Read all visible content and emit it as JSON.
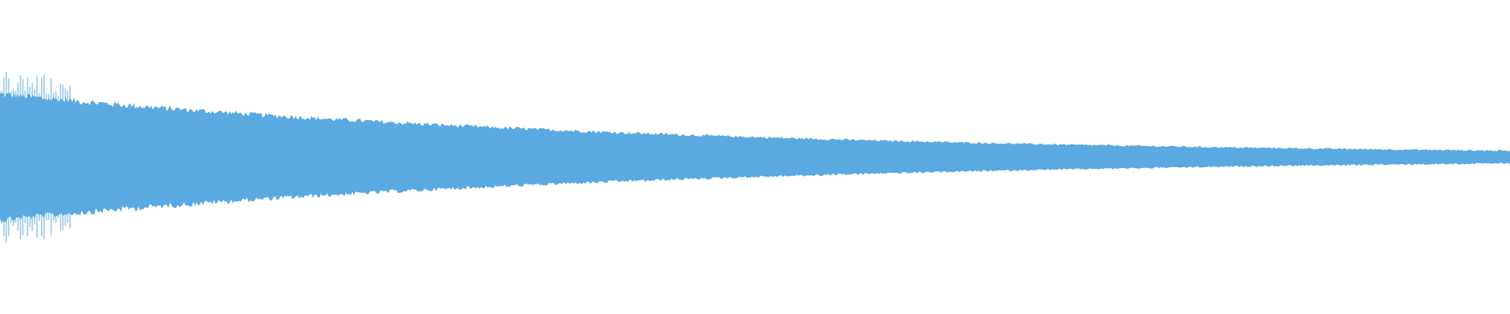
{
  "waveform": {
    "color": "#5aa9e0",
    "background": "#ffffff",
    "envelope": {
      "start_amplitude": 0.2,
      "peak_amplitude": 0.2,
      "end_amplitude": 0.02,
      "decay": "exponential"
    }
  }
}
